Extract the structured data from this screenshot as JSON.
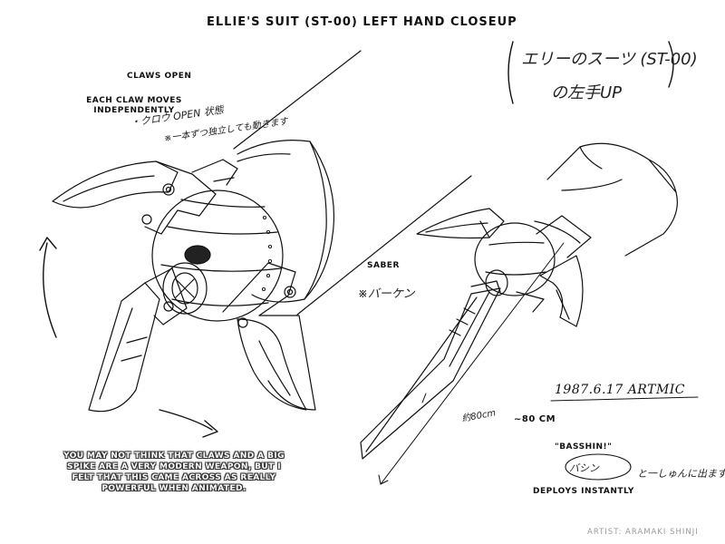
{
  "title": "ELLIE'S SUIT (ST-00) LEFT HAND CLOSEUP",
  "japanese_title": {
    "line1": "エリーのスーツ (ST-00)",
    "line2": "の左手UP"
  },
  "claws": {
    "heading": "CLAWS OPEN",
    "description": "EACH CLAW MOVES INDEPENDENTLY",
    "japanese_line1": "・クロウ OPEN 状態",
    "japanese_line2": "※一本ずつ独立しても動きます"
  },
  "saber": {
    "heading": "SABER",
    "japanese": "※バーケン"
  },
  "length": {
    "label": "~80 CM",
    "japanese": "約80cm"
  },
  "date_signature": "1987.6.17 ARTMIC",
  "sound_effect": {
    "label": "\"BASSHIN!\"",
    "japanese_bubble": "バシン",
    "japanese_note": "と一しゅんに出ます"
  },
  "deploys_label": "DEPLOYS INSTANTLY",
  "artist_comment": "YOU MAY NOT THINK THAT CLAWS AND A BIG SPIKE ARE A VERY MODERN WEAPON, BUT I FELT THAT THIS CAME ACROSS AS REALLY POWERFUL WHEN ANIMATED.",
  "artist_credit": "ARTIST: ARAMAKI SHINJI",
  "colors": {
    "ink": "#111111",
    "paper": "#ffffff",
    "credit": "#9a9a9a"
  }
}
